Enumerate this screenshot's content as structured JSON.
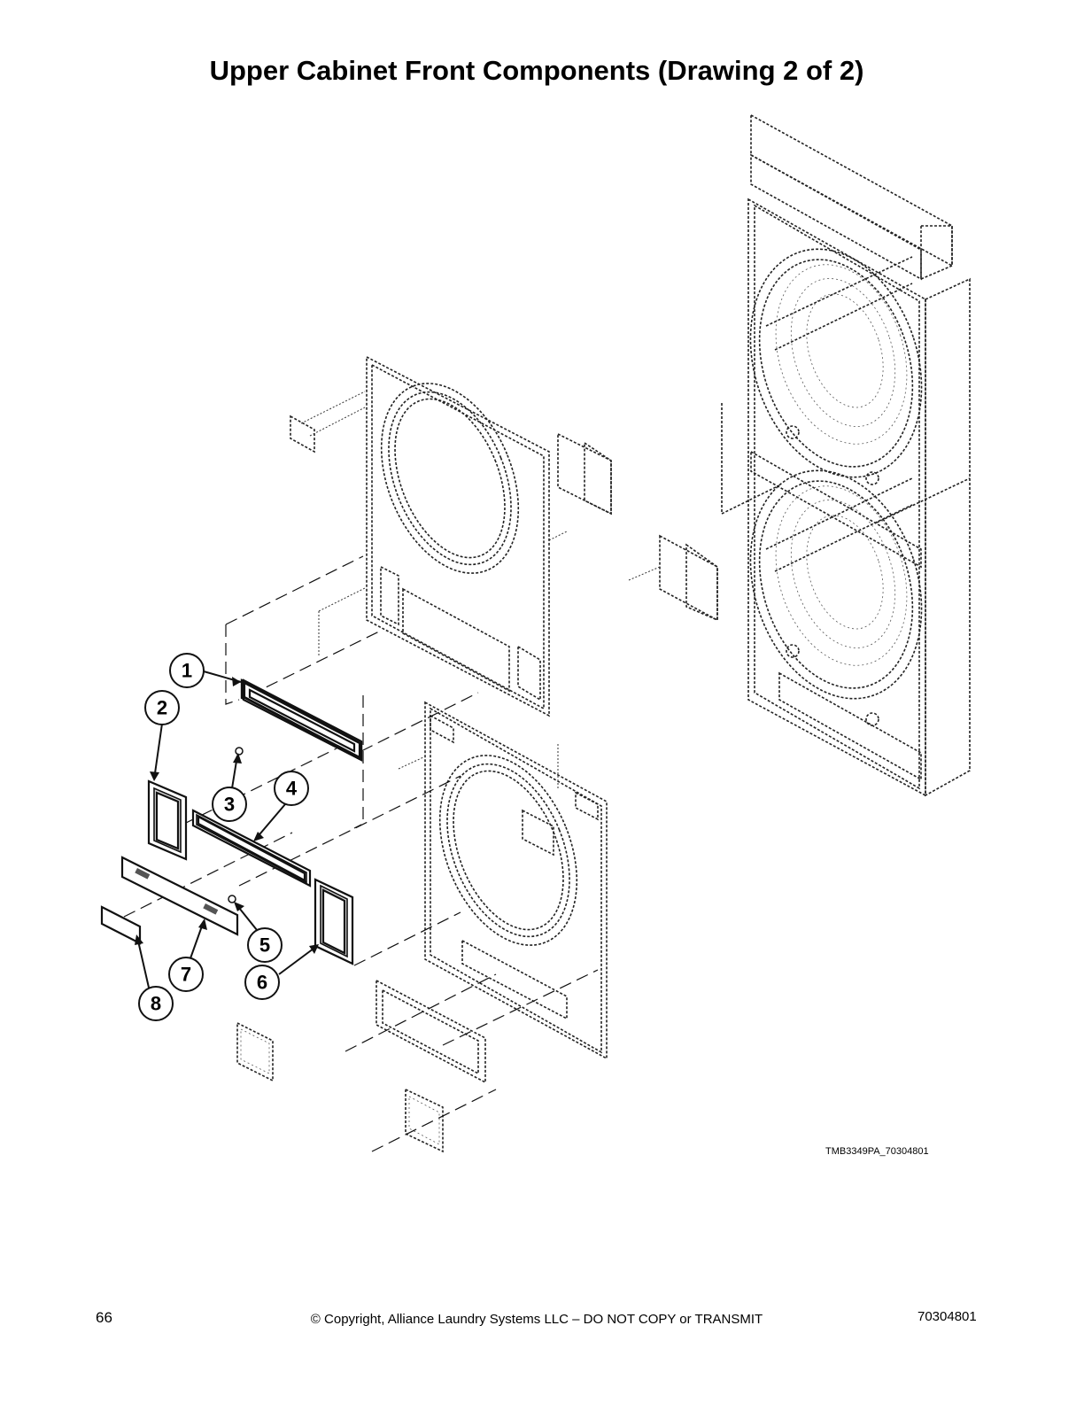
{
  "title": "Upper Cabinet Front Components (Drawing 2 of 2)",
  "drawing_id": "TMB3349PA_70304801",
  "callouts": [
    {
      "label": "1"
    },
    {
      "label": "2"
    },
    {
      "label": "3"
    },
    {
      "label": "4"
    },
    {
      "label": "5"
    },
    {
      "label": "6"
    },
    {
      "label": "7"
    },
    {
      "label": "8"
    }
  ],
  "footer": {
    "page_number": "66",
    "copyright": "© Copyright, Alliance Laundry Systems LLC – DO NOT COPY or TRANSMIT",
    "document_number": "70304801"
  }
}
